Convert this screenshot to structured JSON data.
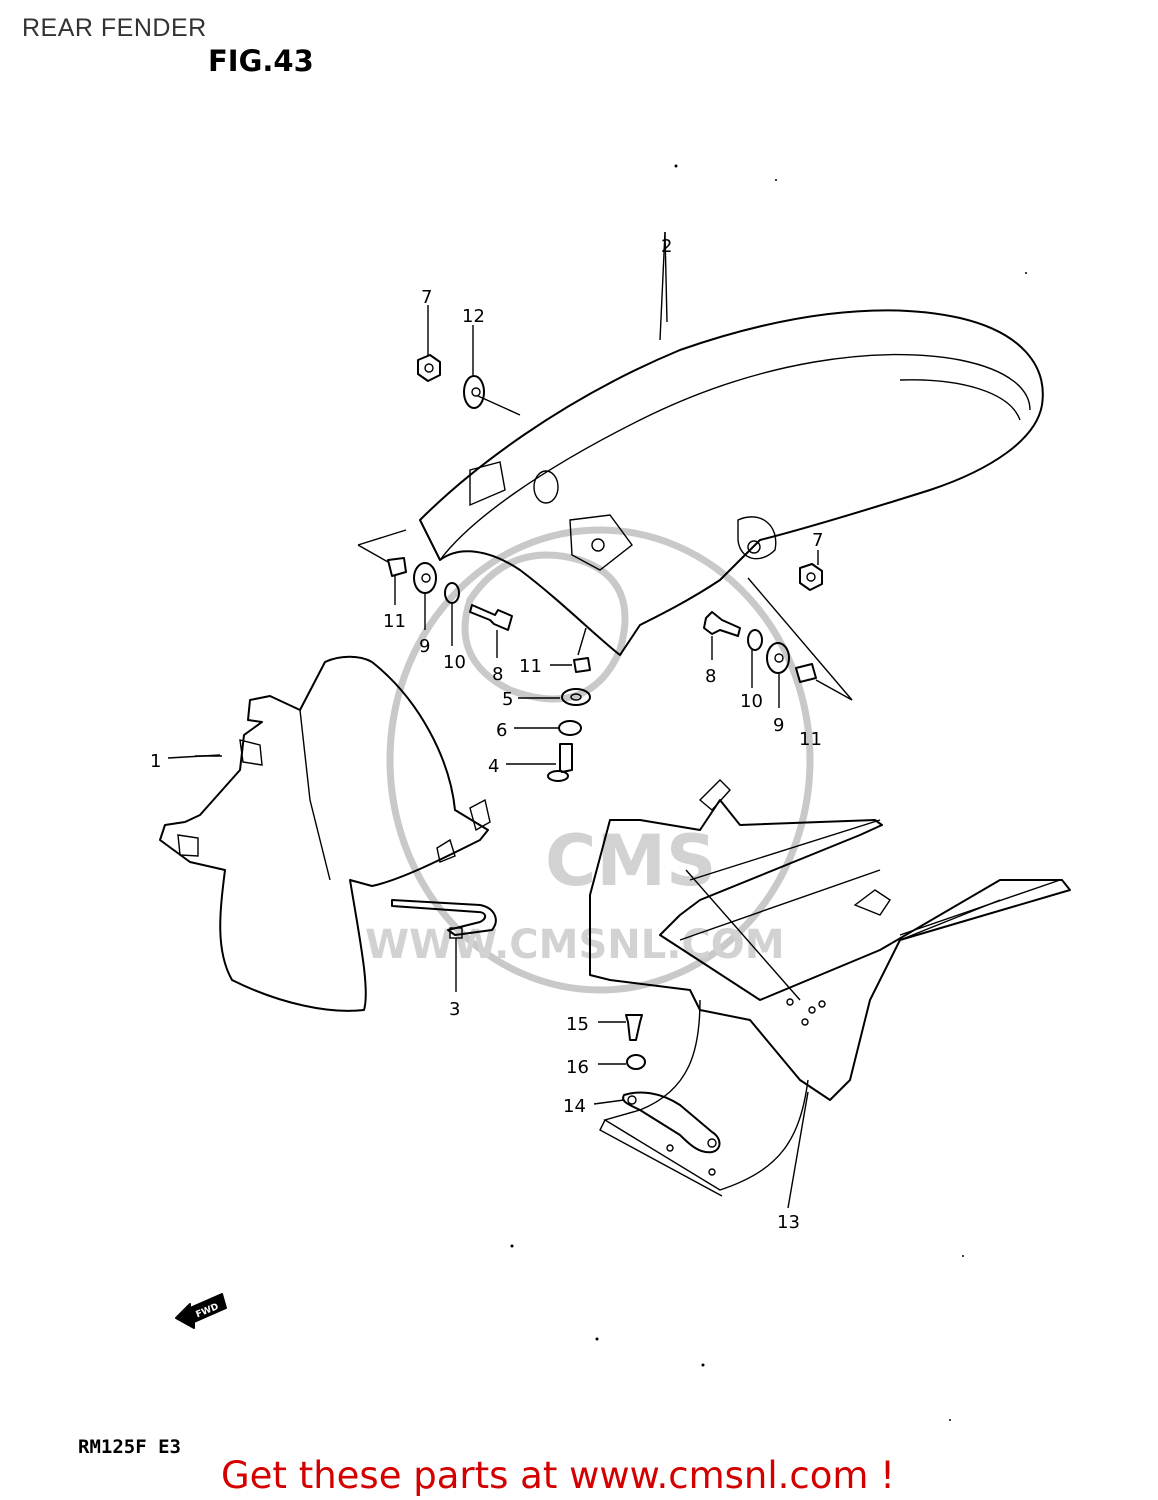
{
  "header": {
    "page_title": "REAR FENDER",
    "fig_label": "FIG.43"
  },
  "footer": {
    "model_code": "RM125F E3",
    "link_text": "Get these parts at www.cmsnl.com !"
  },
  "watermark": {
    "logo_text": "CMS",
    "url_text": "WWW.CMSNL.COM"
  },
  "fwd_arrow_label": "FWD",
  "callouts": [
    {
      "id": "c2",
      "text": "2"
    },
    {
      "id": "c7a",
      "text": "7"
    },
    {
      "id": "c12",
      "text": "12"
    },
    {
      "id": "c7b",
      "text": "7"
    },
    {
      "id": "c11a",
      "text": "11"
    },
    {
      "id": "c9a",
      "text": "9"
    },
    {
      "id": "c10a",
      "text": "10"
    },
    {
      "id": "c8a",
      "text": "8"
    },
    {
      "id": "c11b",
      "text": "11"
    },
    {
      "id": "c5",
      "text": "5"
    },
    {
      "id": "c6",
      "text": "6"
    },
    {
      "id": "c4",
      "text": "4"
    },
    {
      "id": "c8b",
      "text": "8"
    },
    {
      "id": "c10b",
      "text": "10"
    },
    {
      "id": "c9b",
      "text": "9"
    },
    {
      "id": "c11c",
      "text": "11"
    },
    {
      "id": "c1",
      "text": "1"
    },
    {
      "id": "c3",
      "text": "3"
    },
    {
      "id": "c15",
      "text": "15"
    },
    {
      "id": "c16",
      "text": "16"
    },
    {
      "id": "c14",
      "text": "14"
    },
    {
      "id": "c13",
      "text": "13"
    }
  ]
}
